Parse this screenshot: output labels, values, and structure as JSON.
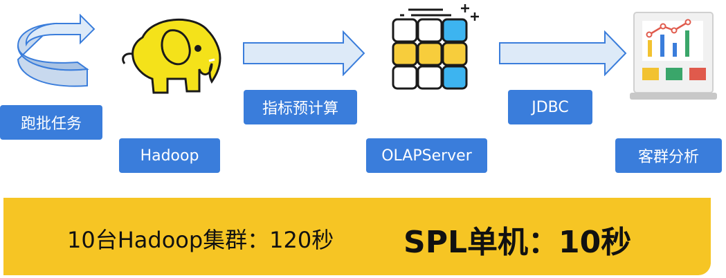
{
  "labels": {
    "batch": "跑批任务",
    "hadoop": "Hadoop",
    "precompute": "指标预计算",
    "olap": "OLAPServer",
    "jdbc": "JDBC",
    "analysis": "客群分析"
  },
  "banner": {
    "left_text": "10台Hadoop集群：120秒",
    "right_text": "SPL单机：10秒"
  },
  "colors": {
    "label_bg": "#3a7ddb",
    "banner_bg": "#f6c524",
    "arrow_fill": "#ddeaf8",
    "arrow_stroke": "#3a7ddb",
    "elephant": "#f4e21a"
  },
  "icons": [
    "loop-arrow-icon",
    "hadoop-elephant-icon",
    "olap-cube-grid-icon",
    "analytics-monitor-icon"
  ]
}
